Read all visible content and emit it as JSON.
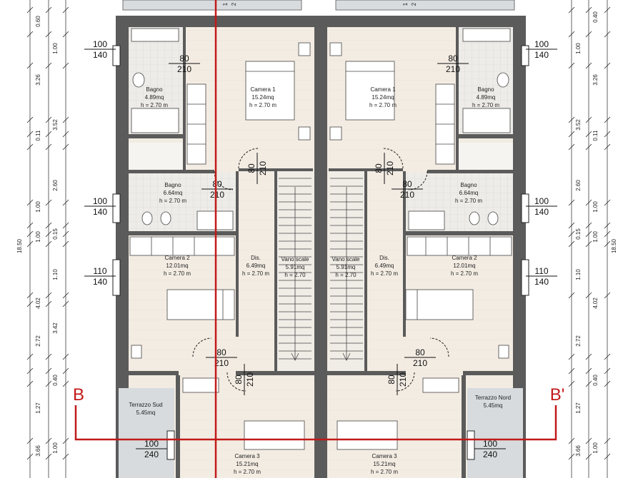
{
  "section_line": {
    "left_label": "B",
    "right_label": "B'",
    "color": "#c11a1a"
  },
  "dims": {
    "left_outer": "18.50",
    "right_outer": "18.50",
    "left_inner": [
      "0.60",
      "1.00",
      "3.26",
      "3.52",
      "0.11",
      "2.60",
      "1.00",
      "0.15",
      "1.00",
      "1.10",
      "4.02",
      "3.42",
      "2.72",
      "0.40",
      "1.27",
      "1.00",
      "3.66"
    ],
    "right_inner": [
      "0.40",
      "1.00",
      "3.26",
      "3.52",
      "0.11",
      "2.60",
      "1.00",
      "0.15",
      "1.00",
      "1.10",
      "4.02",
      "2.72",
      "0.40",
      "1.27",
      "1.00",
      "3.66"
    ],
    "top_ticks": [
      "1",
      "2",
      "1",
      "2"
    ]
  },
  "rooms": [
    {
      "id": "bagno1-left",
      "name": "Bagno",
      "area": "4.89mq",
      "height": "h = 2.70 m"
    },
    {
      "id": "camera1-left",
      "name": "Camera 1",
      "area": "15.24mq",
      "height": "h = 2.70 m"
    },
    {
      "id": "camera1-right",
      "name": "Camera 1",
      "area": "15.24mq",
      "height": "h = 2.70 m"
    },
    {
      "id": "bagno1-right",
      "name": "Bagno",
      "area": "4.89mq",
      "height": "h = 2.70 m"
    },
    {
      "id": "bagno2-left",
      "name": "Bagno",
      "area": "6.64mq",
      "height": "h = 2.70 m"
    },
    {
      "id": "bagno2-right",
      "name": "Bagno",
      "area": "6.64mq",
      "height": "h = 2.70 m"
    },
    {
      "id": "camera2-left",
      "name": "Camera 2",
      "area": "12.01mq",
      "height": "h = 2.70 m"
    },
    {
      "id": "dis-left",
      "name": "Dis.",
      "area": "6.49mq",
      "height": "h = 2.70 m"
    },
    {
      "id": "vano-left",
      "name": "Vano scale",
      "area": "5.91mq",
      "height": "h = 2.70"
    },
    {
      "id": "vano-right",
      "name": "Vano scale",
      "area": "5.91mq",
      "height": "h = 2.70"
    },
    {
      "id": "dis-right",
      "name": "Dis.",
      "area": "6.49mq",
      "height": "h = 2.70 m"
    },
    {
      "id": "camera2-right",
      "name": "Camera 2",
      "area": "12.01mq",
      "height": "h = 2.70 m"
    },
    {
      "id": "terrazzo-sud",
      "name": "Terrazzo Sud",
      "area": "5.45mq",
      "height": ""
    },
    {
      "id": "terrazzo-nord",
      "name": "Terrazzo Nord",
      "area": "5.45mq",
      "height": ""
    },
    {
      "id": "camera3-left",
      "name": "Camera 3",
      "area": "15.21mq",
      "height": "h = 2.70 m"
    },
    {
      "id": "camera3-right",
      "name": "Camera 3",
      "area": "15.21mq",
      "height": "h = 2.70 m"
    }
  ],
  "openings": [
    {
      "id": "win-bagno1-l",
      "top": "100",
      "bottom": "140"
    },
    {
      "id": "win-bagno1-r",
      "top": "100",
      "bottom": "140"
    },
    {
      "id": "win-bagno2-l",
      "top": "100",
      "bottom": "140"
    },
    {
      "id": "win-bagno2-r",
      "top": "100",
      "bottom": "140"
    },
    {
      "id": "win-cam2-l",
      "top": "110",
      "bottom": "140"
    },
    {
      "id": "win-cam2-r",
      "top": "110",
      "bottom": "140"
    },
    {
      "id": "win-cam3-l",
      "top": "100",
      "bottom": "240"
    },
    {
      "id": "win-cam3-r",
      "top": "100",
      "bottom": "240"
    },
    {
      "id": "door-bagno1-l",
      "top": "80",
      "bottom": "210"
    },
    {
      "id": "door-bagno1-r",
      "top": "80",
      "bottom": "210"
    },
    {
      "id": "door-bagno2-l",
      "top": "80",
      "bottom": "210"
    },
    {
      "id": "door-bagno2-r",
      "top": "80",
      "bottom": "210"
    },
    {
      "id": "door-cam2-l",
      "top": "80",
      "bottom": "210"
    },
    {
      "id": "door-cam2-r",
      "top": "80",
      "bottom": "210"
    },
    {
      "id": "door-cam1-l",
      "top": "80",
      "bottom": "210"
    },
    {
      "id": "door-cam1-r",
      "top": "80",
      "bottom": "210"
    },
    {
      "id": "door-cam3-l",
      "top": "80",
      "bottom": "210"
    },
    {
      "id": "door-cam3-r",
      "top": "80",
      "bottom": "210"
    }
  ]
}
